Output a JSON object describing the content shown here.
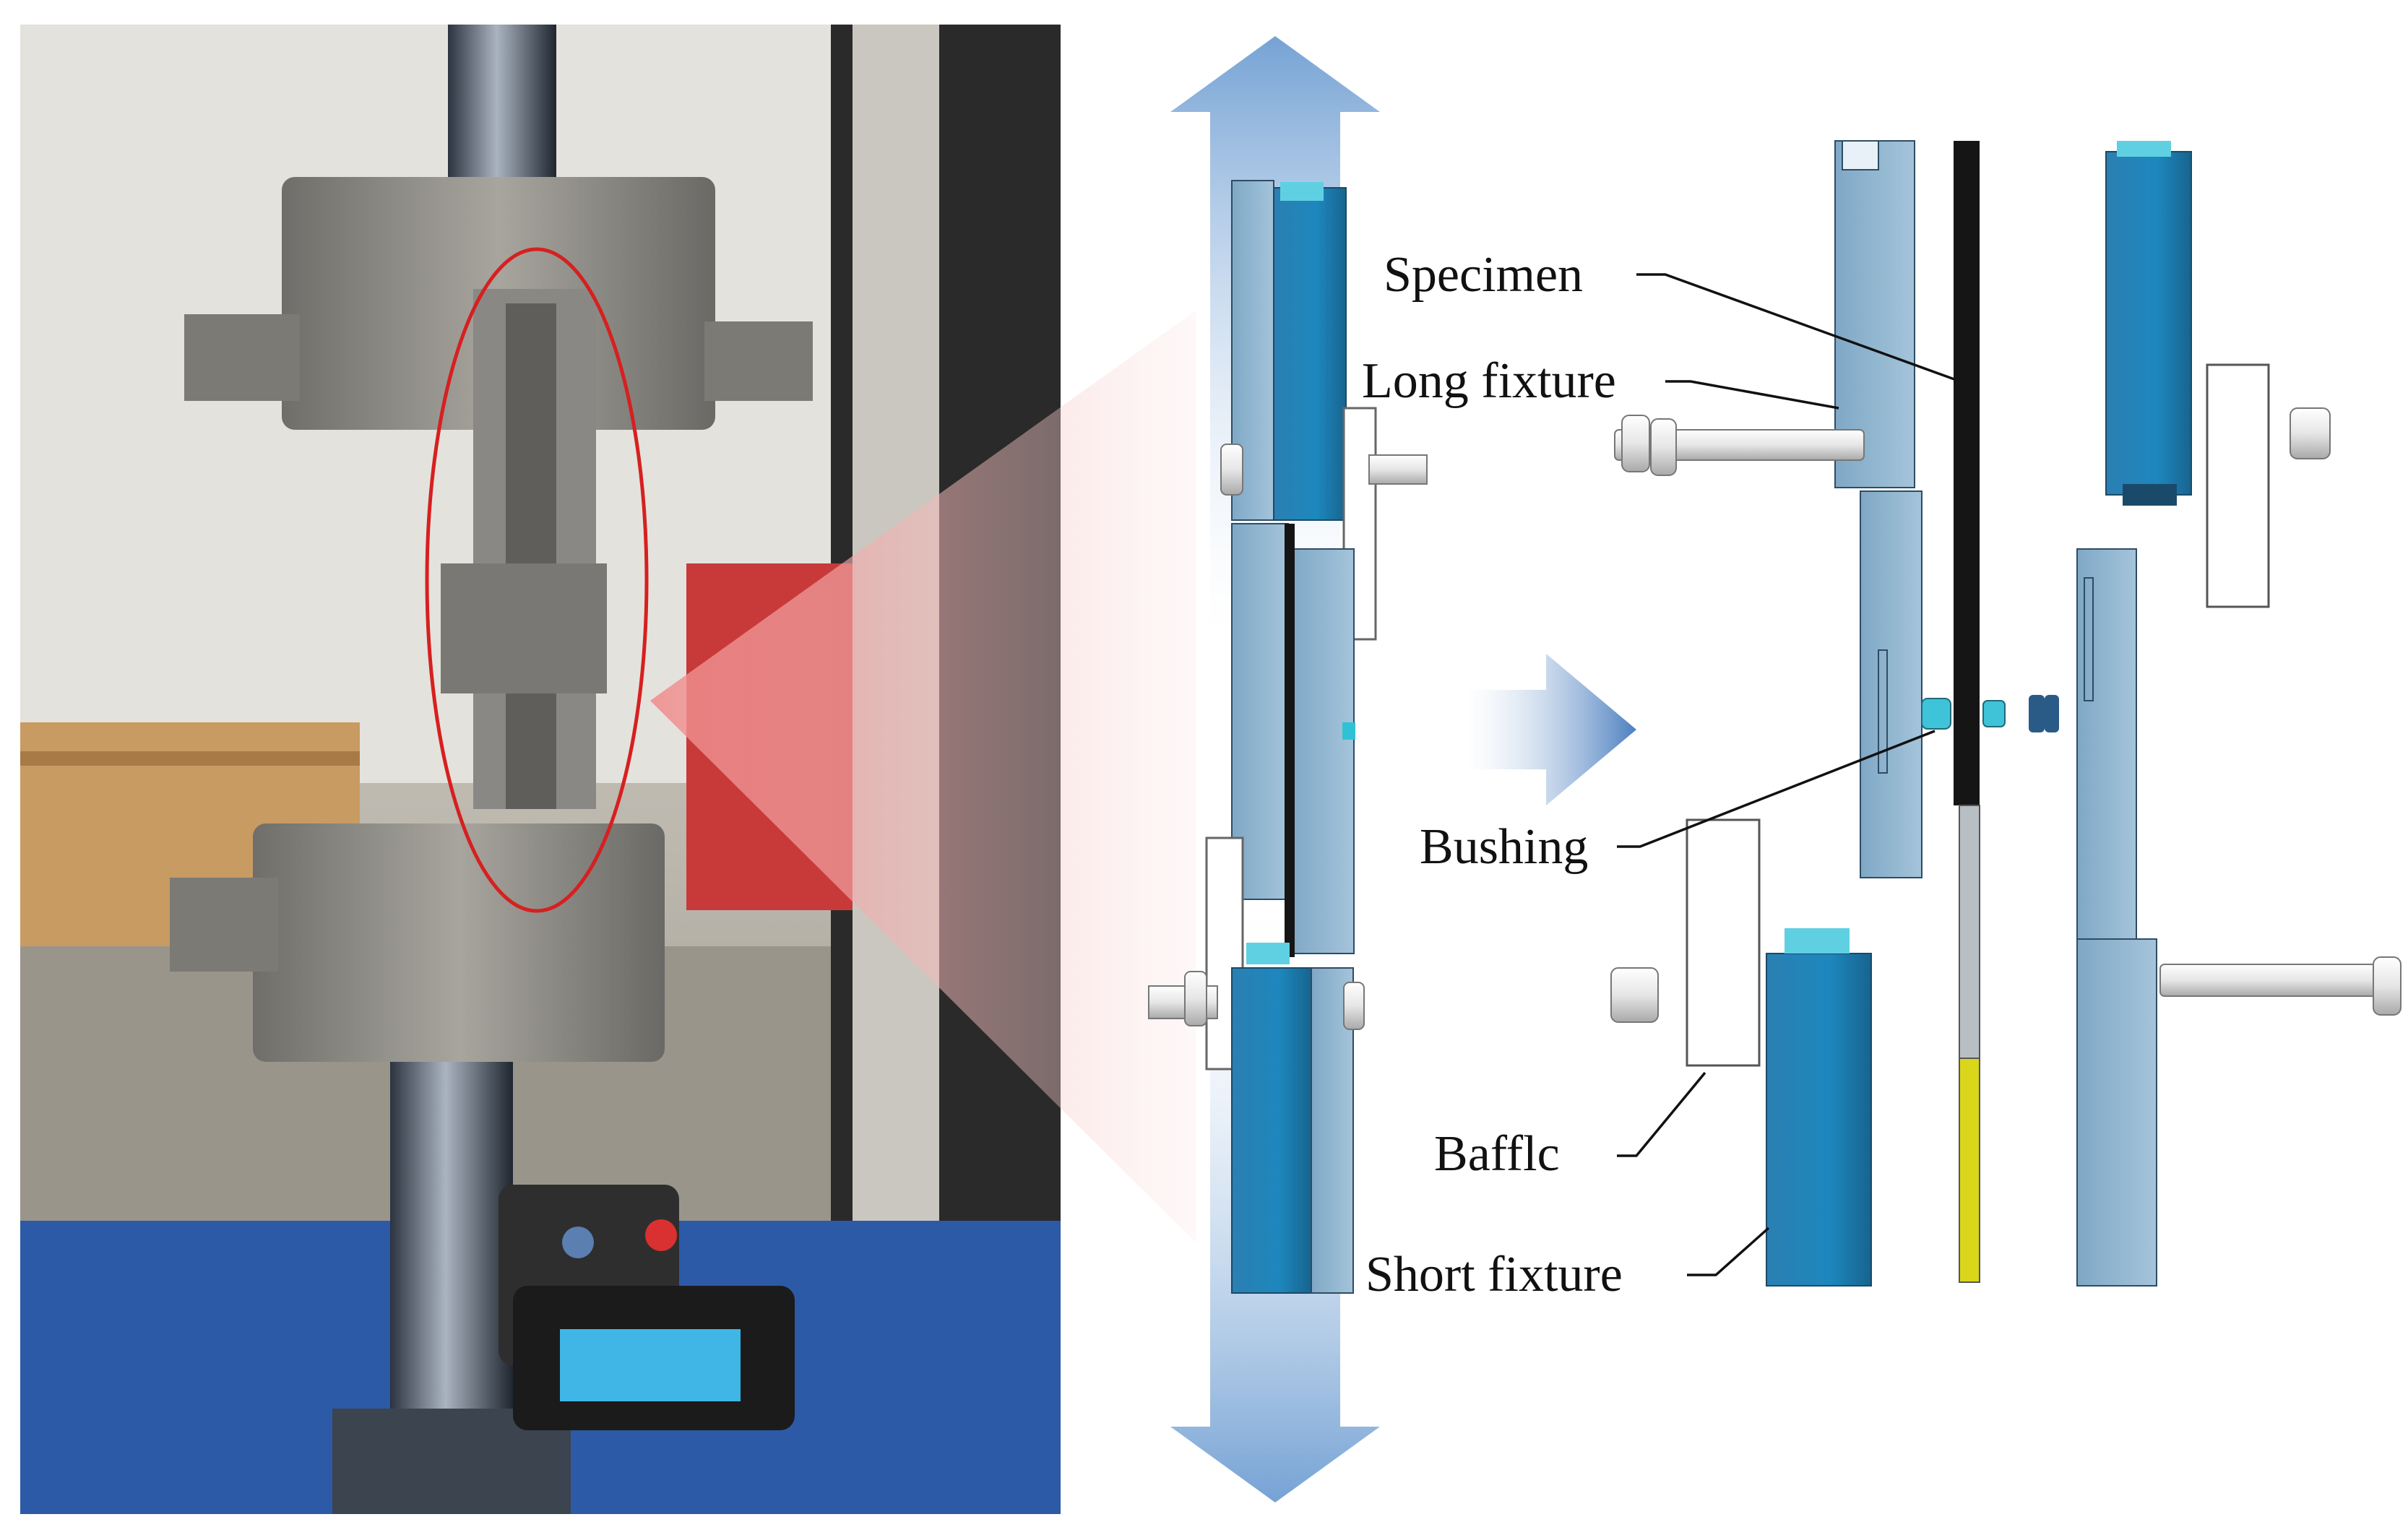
{
  "labels": {
    "specimen": "Specimen",
    "long_fixture": "Long fixture",
    "bushing": "Bushing",
    "baffle": "Bafflc",
    "short_fixture": "Short fixture"
  },
  "colors": {
    "fixture_blue": "#1d87bd",
    "fixture_light": "#8eb7d2",
    "specimen_black": "#151515",
    "tab_yellow": "#d9d61c",
    "arrow_blue": "#5d92cd",
    "highlight_red": "#f08a8a"
  }
}
